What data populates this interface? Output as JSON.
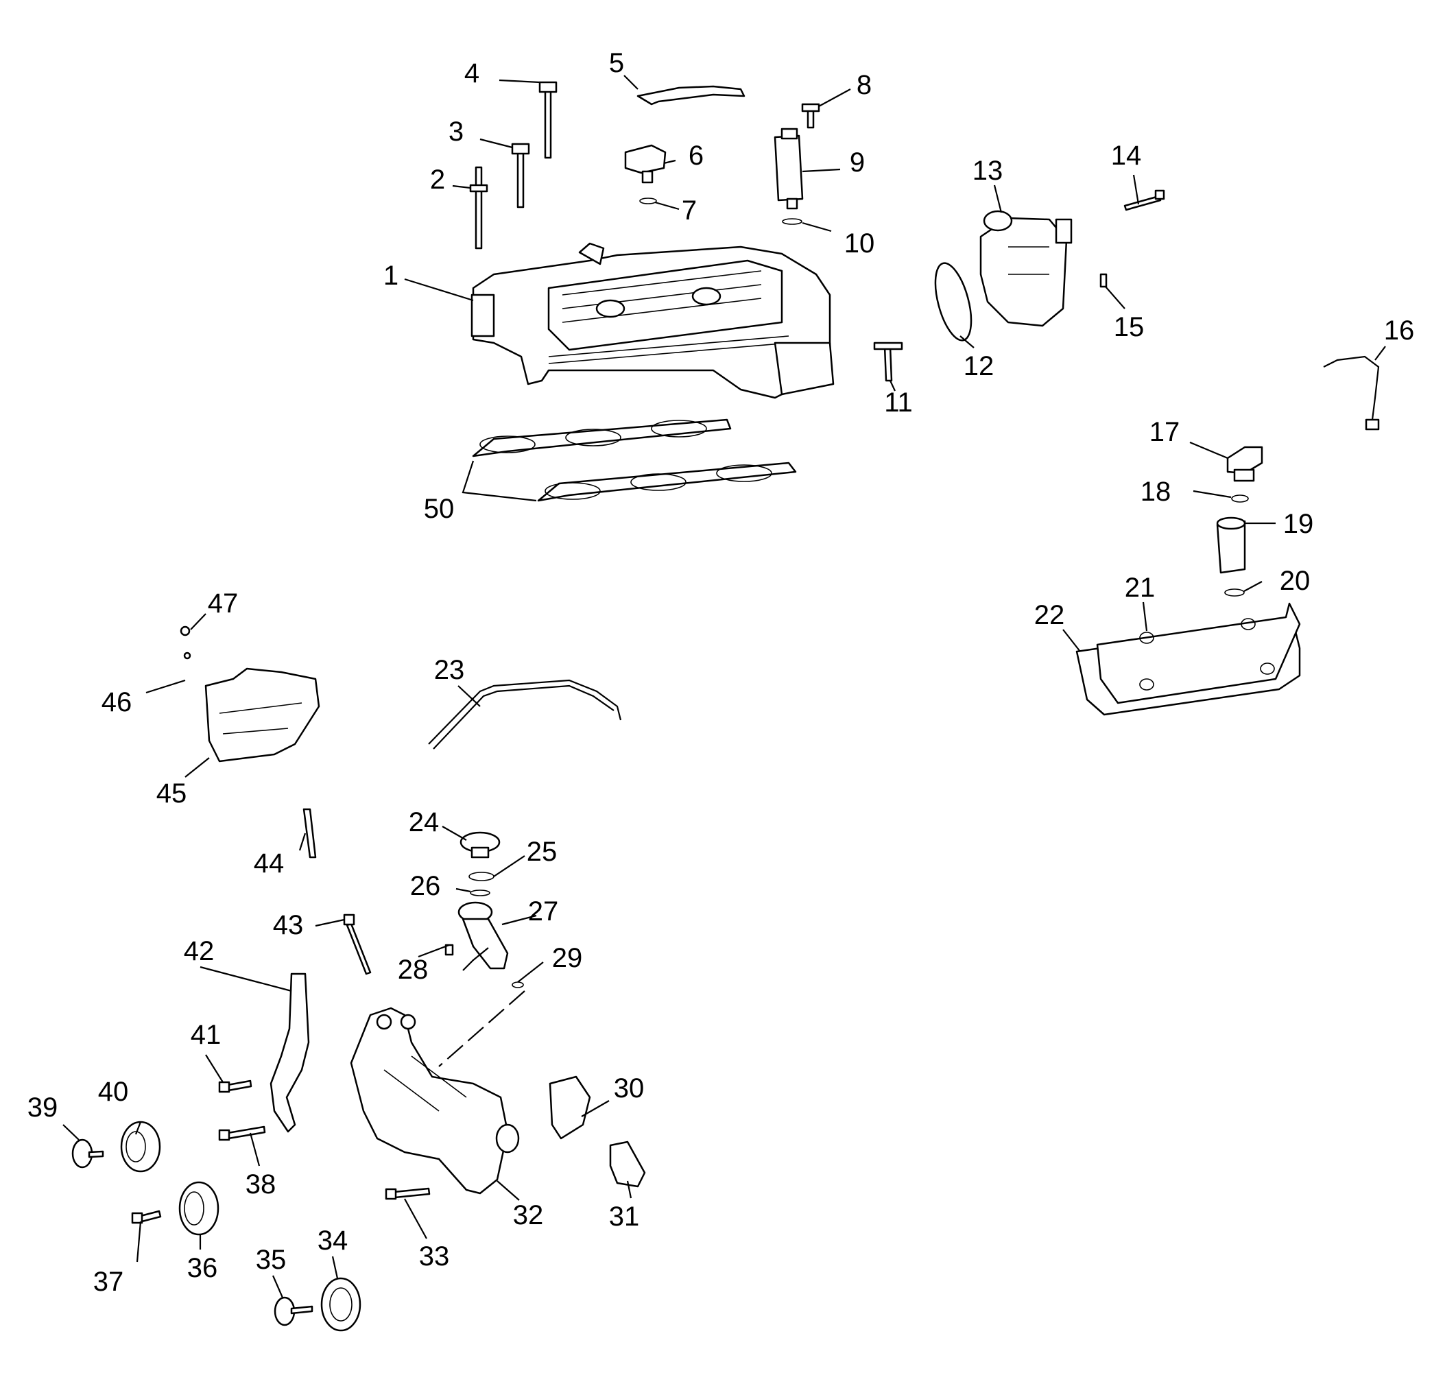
{
  "diagram": {
    "callouts": [
      "1",
      "2",
      "3",
      "4",
      "5",
      "6",
      "7",
      "8",
      "9",
      "10",
      "11",
      "12",
      "13",
      "14",
      "15",
      "16",
      "17",
      "18",
      "19",
      "20",
      "21",
      "22",
      "23",
      "24",
      "25",
      "26",
      "27",
      "28",
      "29",
      "30",
      "31",
      "32",
      "33",
      "34",
      "35",
      "36",
      "37",
      "38",
      "39",
      "40",
      "41",
      "42",
      "43",
      "44",
      "45",
      "46",
      "47",
      "50"
    ]
  }
}
